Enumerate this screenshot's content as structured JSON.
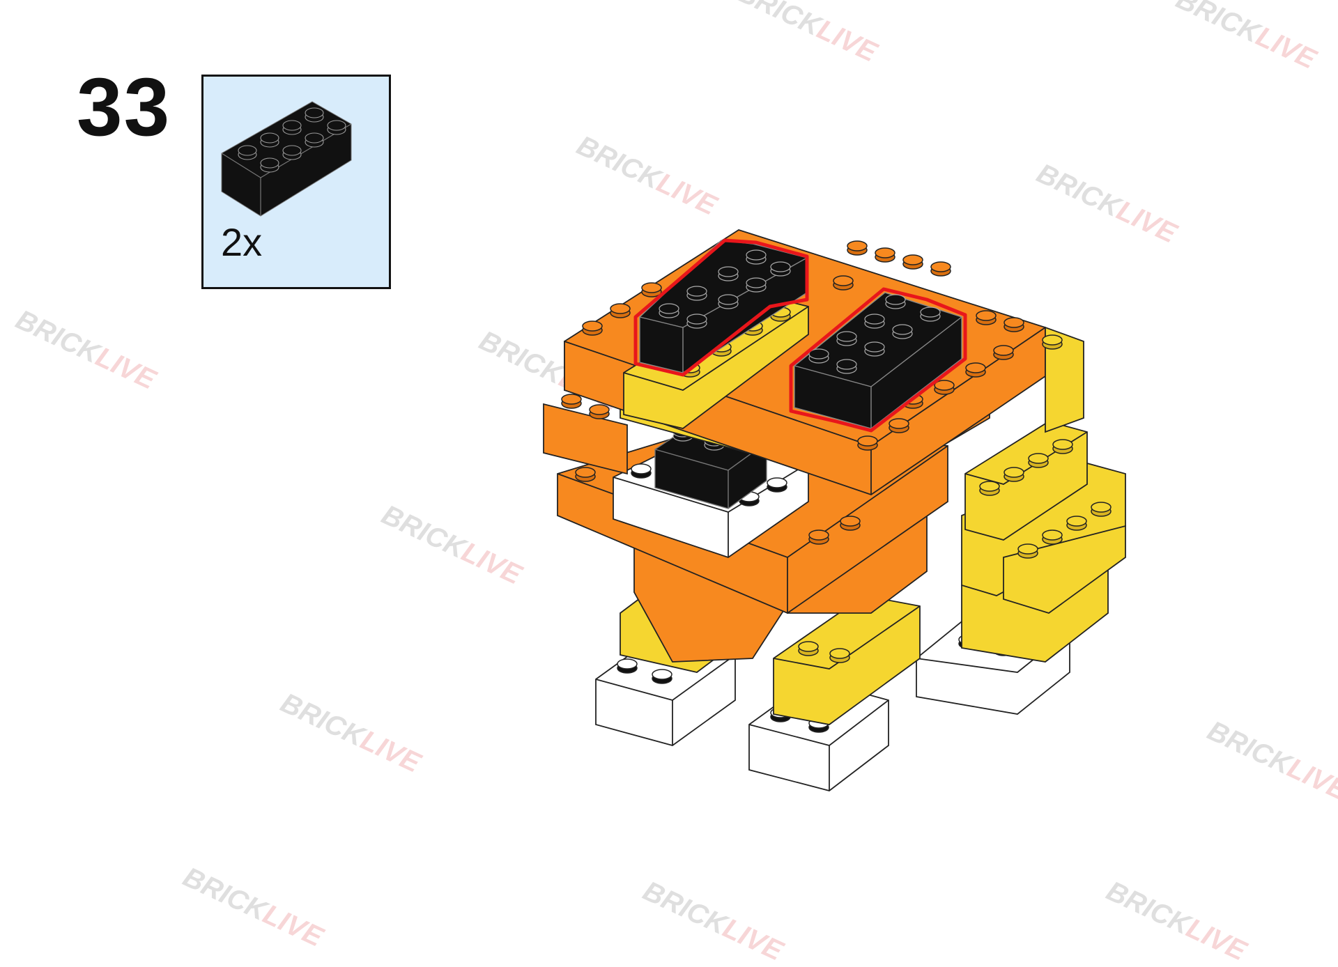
{
  "step": {
    "number": "33"
  },
  "parts": [
    {
      "name": "black-brick-2x4",
      "color": "#111111",
      "qty_label": "2x"
    }
  ],
  "watermark": {
    "part1": "BRICK",
    "part2": "LIVE"
  },
  "colors": {
    "orange": "#f7891f",
    "yellow": "#f5d630",
    "white": "#ffffff",
    "black": "#111111",
    "highlight": "#e8161b",
    "panel": "#d8ecfb"
  }
}
